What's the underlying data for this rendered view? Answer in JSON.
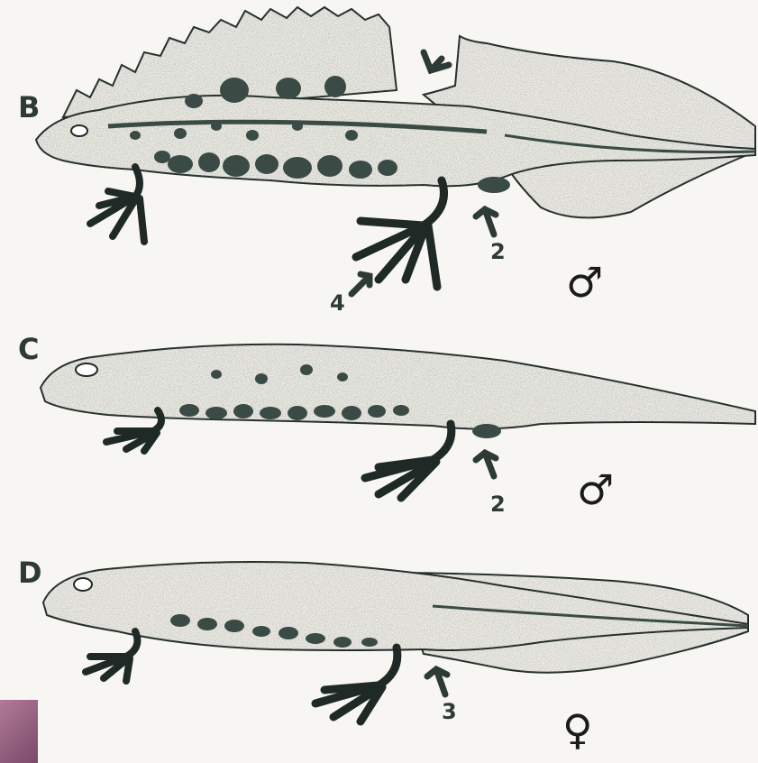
{
  "panels": [
    {
      "letter": "B",
      "labels": [
        "4",
        "2"
      ],
      "sex_symbol": "♂"
    },
    {
      "letter": "C",
      "labels": [
        "2"
      ],
      "sex_symbol": "♂"
    },
    {
      "letter": "D",
      "labels": [
        "3"
      ],
      "sex_symbol": "♀"
    }
  ],
  "colors": {
    "ink": "#2d3a35",
    "skin": "#f3f1ea",
    "spots": "#3a4a45",
    "background": "#f7f6f2"
  }
}
